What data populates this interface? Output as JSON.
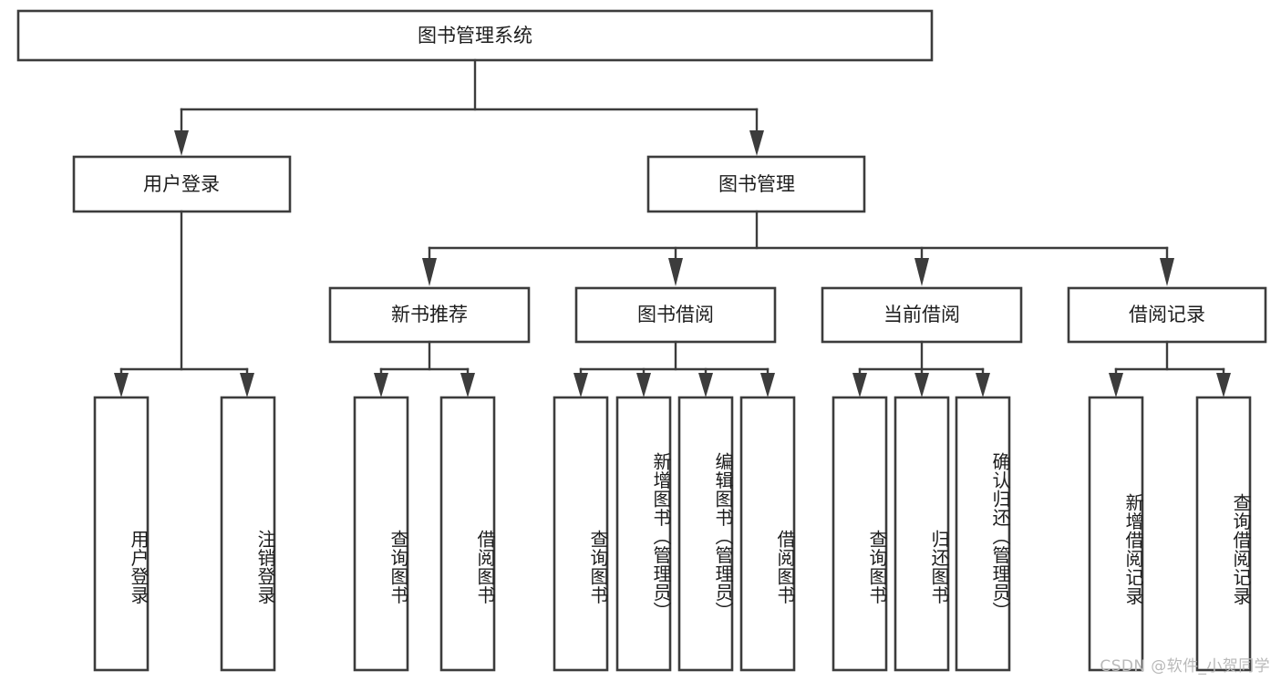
{
  "diagram": {
    "type": "tree",
    "root": {
      "id": "root",
      "label": "图书管理系统"
    },
    "level2": [
      {
        "id": "user-login",
        "label": "用户登录"
      },
      {
        "id": "book-manage",
        "label": "图书管理"
      }
    ],
    "level3": [
      {
        "id": "new-book-recommend",
        "label": "新书推荐",
        "parent": "book-manage"
      },
      {
        "id": "book-borrow",
        "label": "图书借阅",
        "parent": "book-manage"
      },
      {
        "id": "current-borrow",
        "label": "当前借阅",
        "parent": "book-manage"
      },
      {
        "id": "borrow-record",
        "label": "借阅记录",
        "parent": "book-manage"
      }
    ],
    "leaves": [
      {
        "id": "leaf-user-login",
        "label": "用户登录",
        "parent": "user-login"
      },
      {
        "id": "leaf-logout",
        "label": "注销登录",
        "parent": "user-login"
      },
      {
        "id": "leaf-query-book-1",
        "label": "查询图书",
        "parent": "new-book-recommend"
      },
      {
        "id": "leaf-borrow-book-1",
        "label": "借阅图书",
        "parent": "new-book-recommend"
      },
      {
        "id": "leaf-query-book-2",
        "label": "查询图书",
        "parent": "book-borrow"
      },
      {
        "id": "leaf-add-book",
        "label": "新增图书（管理员）",
        "parent": "book-borrow"
      },
      {
        "id": "leaf-edit-book",
        "label": "编辑图书（管理员）",
        "parent": "book-borrow"
      },
      {
        "id": "leaf-borrow-book-2",
        "label": "借阅图书",
        "parent": "book-borrow"
      },
      {
        "id": "leaf-query-book-3",
        "label": "查询图书",
        "parent": "current-borrow"
      },
      {
        "id": "leaf-return-book",
        "label": "归还图书",
        "parent": "current-borrow"
      },
      {
        "id": "leaf-confirm-return",
        "label": "确认归还（管理员）",
        "parent": "current-borrow"
      },
      {
        "id": "leaf-add-record",
        "label": "新增借阅记录",
        "parent": "borrow-record"
      },
      {
        "id": "leaf-query-record",
        "label": "查询借阅记录",
        "parent": "borrow-record"
      }
    ],
    "colors": {
      "stroke": "#3c3c3c",
      "fill": "#ffffff",
      "text": "#1d1d1d",
      "watermark": "#b9b9b9"
    }
  },
  "watermark": {
    "text": "CSDN @软件_小贺同学"
  }
}
